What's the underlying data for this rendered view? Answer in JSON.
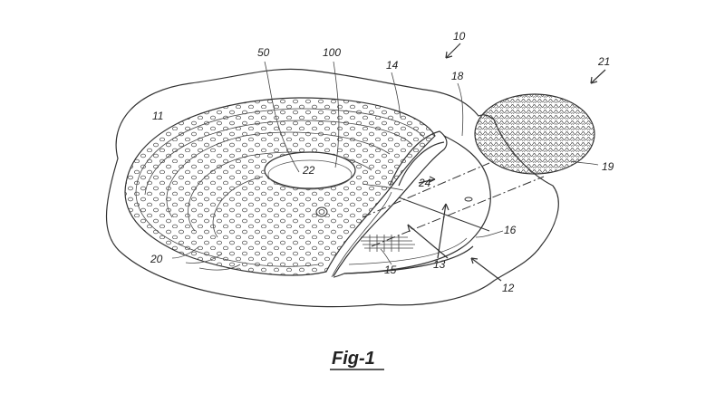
{
  "figure": {
    "caption": "Fig-1",
    "ink_color": "#333333",
    "labels": {
      "l10": "10",
      "l11": "11",
      "l12": "12",
      "l13": "13",
      "l14": "14",
      "l15": "15",
      "l16": "16",
      "l18": "18",
      "l19": "19",
      "l20": "20",
      "l21": "21",
      "l22": "22",
      "l24": "24",
      "l50": "50",
      "l100": "100"
    }
  }
}
